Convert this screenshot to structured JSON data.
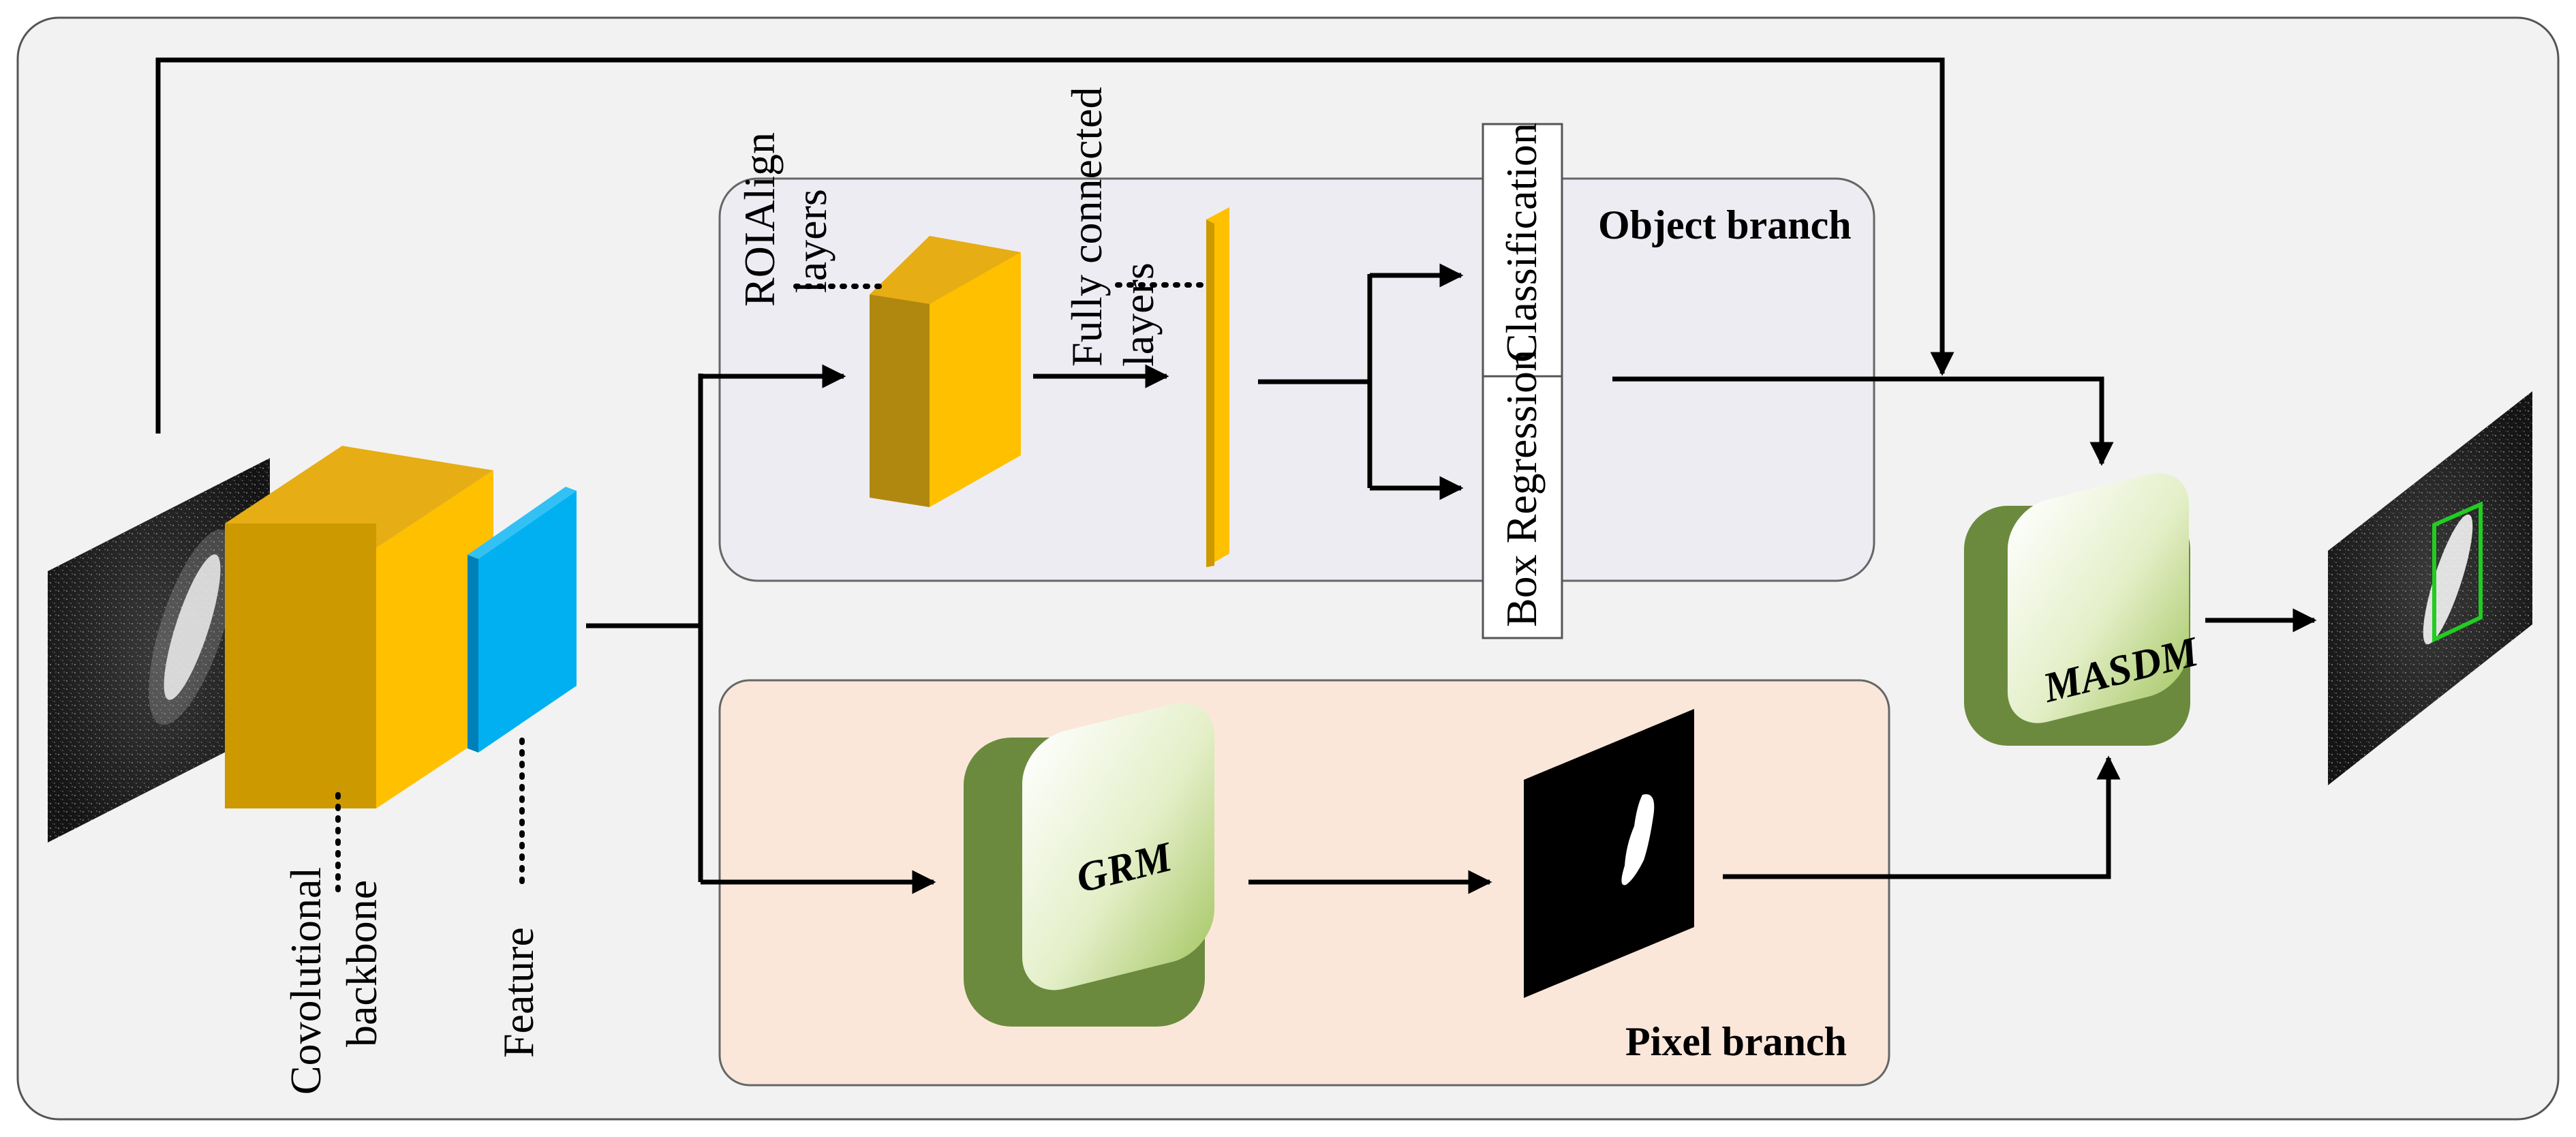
{
  "labels": {
    "object_branch": "Object branch",
    "pixel_branch": "Pixel branch",
    "roialign_line1": "ROIAlign",
    "roialign_line2": "layers",
    "fc_line1": "Fully connected",
    "fc_line2": "layers",
    "classification": "Classification",
    "box_regression": "Box Regression",
    "backbone_line1": "Covolutional",
    "backbone_line2": "backbone",
    "feature": "Feature",
    "grm": "GRM",
    "masdm": "MASDM"
  },
  "colors": {
    "backbone_front": "#cc9900",
    "backbone_side": "#ffc000",
    "feature_face": "#00b0f0",
    "object_branch_bg": "#eeecf3",
    "pixel_branch_bg": "#fbe7da",
    "module_green": "#7f9b4e",
    "detection_box": "#22cc22"
  }
}
